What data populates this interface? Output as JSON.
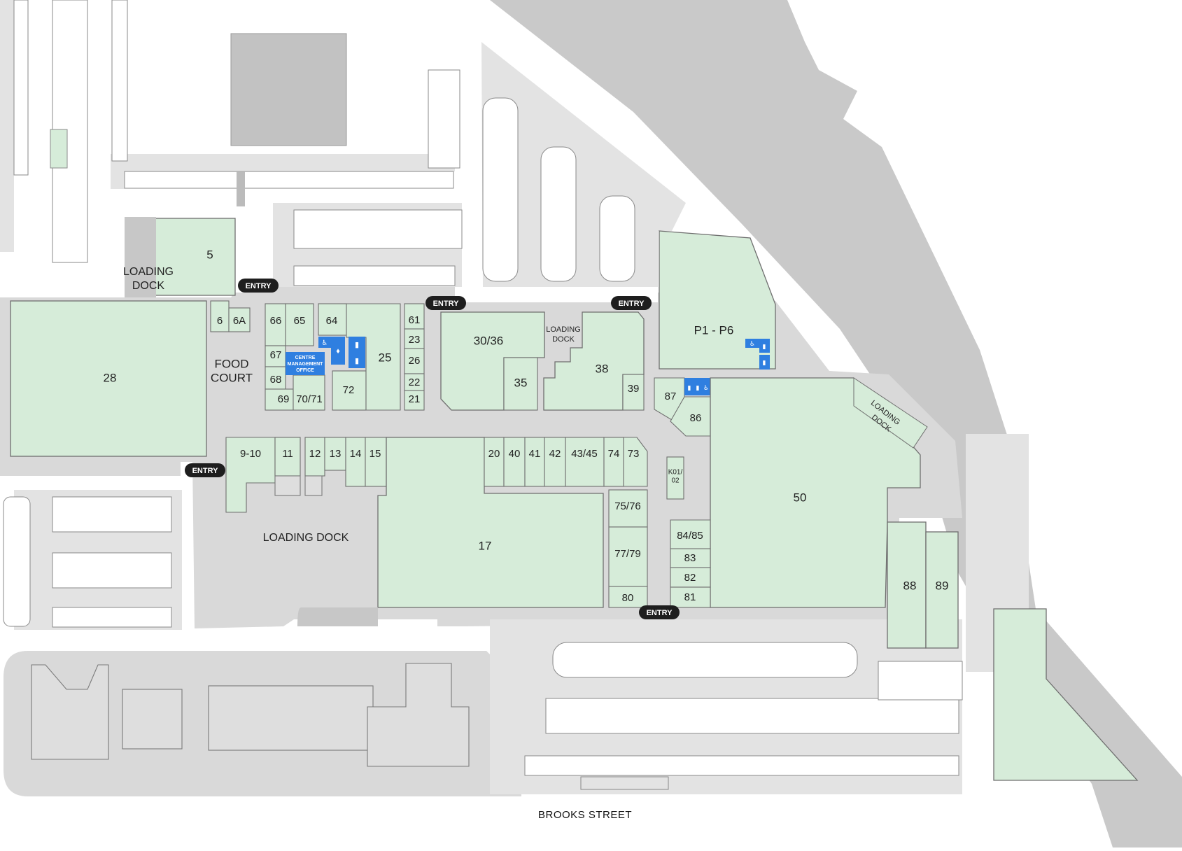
{
  "map": {
    "street_name": "BROOKS STREET",
    "entry_label": "ENTRY",
    "loading_dock": "LOADING DOCK",
    "loading_dock_line1": "LOADING",
    "loading_dock_line2": "DOCK",
    "food_court_line1": "FOOD",
    "food_court_line2": "COURT",
    "centre_management_line1": "CENTRE",
    "centre_management_line2": "MANAGEMENT",
    "centre_management_line3": "OFFICE",
    "store_fill_color": "#d6ecd9",
    "amenity_color": "#2f7fe0",
    "entry_color": "#1e1e1e"
  },
  "shops": {
    "s5": "5",
    "s6": "6",
    "s6a": "6A",
    "s28": "28",
    "s66": "66",
    "s65": "65",
    "s64": "64",
    "s67": "67",
    "s68": "68",
    "s69": "69",
    "s7071": "70/71",
    "s72": "72",
    "s25": "25",
    "s61": "61",
    "s23": "23",
    "s26": "26",
    "s22": "22",
    "s21": "21",
    "s3036": "30/36",
    "s35": "35",
    "s38": "38",
    "s39": "39",
    "p1p6": "P1 - P6",
    "s87": "87",
    "s86": "86",
    "s50": "50",
    "s910": "9-10",
    "s11": "11",
    "s12": "12",
    "s13": "13",
    "s14": "14",
    "s15": "15",
    "s17": "17",
    "s20": "20",
    "s40": "40",
    "s41": "41",
    "s42": "42",
    "s4345": "43/45",
    "s74": "74",
    "s73": "73",
    "k01_line1": "K01/",
    "k01_line2": "02",
    "s7576": "75/76",
    "s7779": "77/79",
    "s80": "80",
    "s8485": "84/85",
    "s83": "83",
    "s82": "82",
    "s81": "81",
    "s88": "88",
    "s89": "89"
  }
}
